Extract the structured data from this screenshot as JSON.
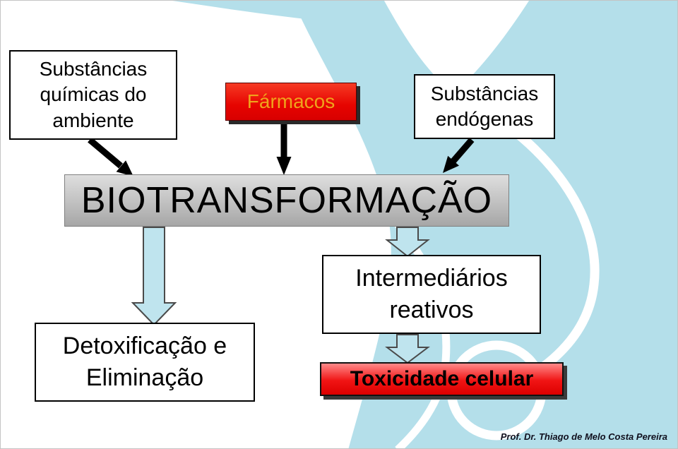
{
  "nodes": {
    "env": {
      "label": "Substâncias\nquímicas do\nambiente"
    },
    "farmacos": {
      "label": "Fármacos"
    },
    "endogenas": {
      "label": "Substâncias\nendógenas"
    },
    "biotransformacao": {
      "label": "BIOTRANSFORMAÇÃO"
    },
    "intermediarios": {
      "label": "Intermediários\nreativos"
    },
    "detox": {
      "label": "Detoxificação e\nEliminação"
    },
    "toxicidade": {
      "label": "Toxicidade celular"
    }
  },
  "edges": [
    {
      "from": "env",
      "to": "biotransformacao",
      "style": "black-arrow"
    },
    {
      "from": "farmacos",
      "to": "biotransformacao",
      "style": "black-arrow"
    },
    {
      "from": "endogenas",
      "to": "biotransformacao",
      "style": "black-arrow"
    },
    {
      "from": "biotransformacao",
      "to": "detox",
      "style": "cyan-block-arrow"
    },
    {
      "from": "biotransformacao",
      "to": "intermediarios",
      "style": "cyan-block-arrow"
    },
    {
      "from": "intermediarios",
      "to": "toxicidade",
      "style": "cyan-block-arrow"
    }
  ],
  "colors": {
    "accent_red": "#e60400",
    "farmacos_text_orange": "#efa31c",
    "swoosh_blue": "#b4dfea",
    "bar_gray_top": "#dedede",
    "bar_gray_bottom": "#a6a6a6",
    "block_arrow_fill": "#bfe4ee"
  },
  "slide": {
    "attribution": "Prof. Dr. Thiago de Melo Costa Pereira"
  }
}
